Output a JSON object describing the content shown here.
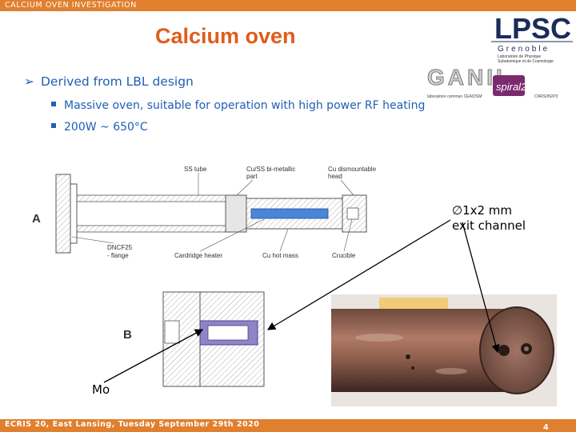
{
  "header": {
    "section_title": "CALCIUM OVEN INVESTIGATION"
  },
  "slide": {
    "title": "Calcium oven",
    "bullet": "Derived from LBL design",
    "subbullets": [
      "Massive oven, suitable for operation with high power RF heating",
      "200W ~ 650°C"
    ]
  },
  "logos": {
    "lpsc": {
      "mark": "LPSC",
      "city": "Grenoble",
      "line1": "Laboratoire de Physique",
      "line2": "Subatomique et de Cosmologie"
    },
    "ganil": {
      "mark": "GANIL",
      "sub": "spiral2",
      "footer_left": "laboratoire commun CEA/DSM",
      "footer_right": "CNRS/IN2P3"
    }
  },
  "diagram_a": {
    "panel": "A",
    "labels": {
      "ss_tube": "SS tube",
      "bimetal_1": "Cu/SS bi-metallic",
      "bimetal_2": "part",
      "cu_head_1": "Cu dismountable",
      "cu_head_2": "head",
      "dncf_1": "DNCF25",
      "dncf_2": "- flange",
      "heater": "Cardridge heater",
      "hot_mass": "Cu hot mass",
      "crucible": "Crucible"
    }
  },
  "diagram_b": {
    "panel": "B"
  },
  "annotations": {
    "exit_line1": "∅1x2 mm",
    "exit_line2": "exit channel",
    "mo": "Mo"
  },
  "footer": {
    "text": "ECRIS 20, East Lansing, Tuesday September 29th 2020",
    "page": "4"
  },
  "colors": {
    "bar": "#e07f2e",
    "title": "#e05c1a",
    "bullet": "#1f5fb3"
  }
}
